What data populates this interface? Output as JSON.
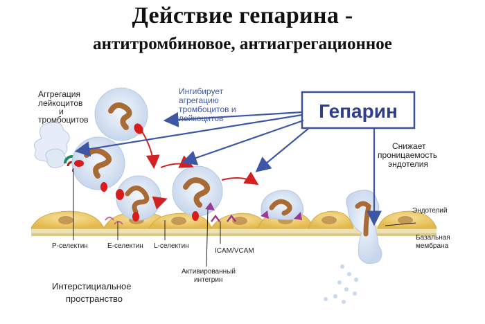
{
  "title": {
    "line1": "Действие гепарина -",
    "line2": "антитромбиновое, антиагрегационное"
  },
  "diagram": {
    "heparin_box": "Гепарин",
    "labels": {
      "aggregation_1": "Аггрегация",
      "aggregation_2": "лейкоцитов",
      "aggregation_3": "и",
      "aggregation_4": "тромбоцитов",
      "inhibits_1": "Ингибирует",
      "inhibits_2": "агрегацию",
      "inhibits_3": "тромбоцитов и",
      "inhibits_4": "лейкоцитов",
      "reduces_1": "Снижает",
      "reduces_2": "проницаемость",
      "reduces_3": "эндотелия",
      "endothelium": "Эндотелий",
      "basal_1": "Базальная",
      "basal_2": "мембрана",
      "p_selectin": "P-селектин",
      "e_selectin": "E-селектин",
      "l_selectin": "L-селектин",
      "icam": "ICAM/VCAM",
      "integrin_1": "Активированный",
      "integrin_2": "интегрин",
      "interstitial_1": "Интерстициальное",
      "interstitial_2": "пространство"
    },
    "colors": {
      "heparin_text": "#2e3f8f",
      "heparin_border": "#3b4f9a",
      "arrow_blue": "#3d56a6",
      "arrow_red": "#d42020",
      "cell_fill": "#dce6f4",
      "nucleus": "#a06a3a",
      "endothelium": "#f0cf6e",
      "membrane": "#e9dba0",
      "platelet": "#d81b1b",
      "integrin": "#9b3a96"
    }
  }
}
